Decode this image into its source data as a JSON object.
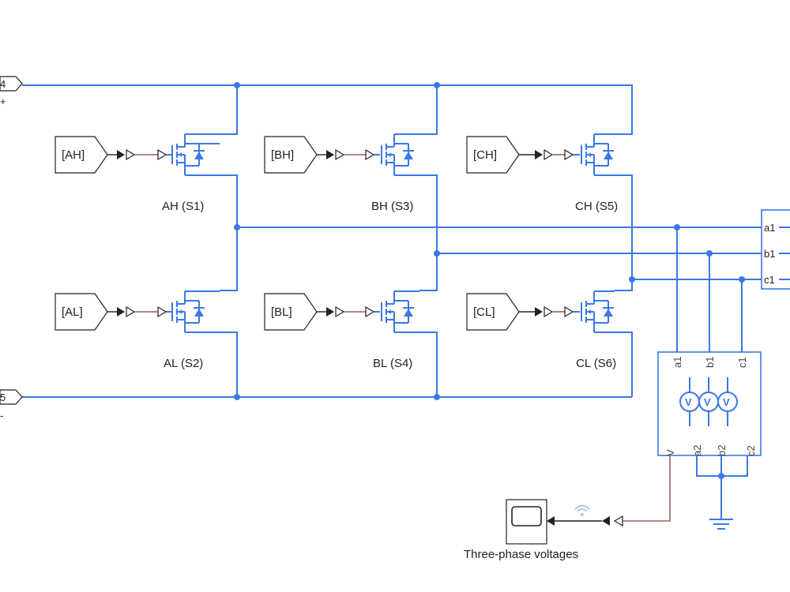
{
  "ports": {
    "dc_plus_num": "4",
    "dc_plus_sign": "+",
    "dc_minus_num": "5",
    "dc_minus_sign": "-"
  },
  "gotos": {
    "ah": "[AH]",
    "bh": "[BH]",
    "ch": "[CH]",
    "al": "[AL]",
    "bl": "[BL]",
    "cl": "[CL]"
  },
  "switches": {
    "ah": "AH (S1)",
    "bh": "BH (S3)",
    "ch": "CH (S5)",
    "al": "AL (S2)",
    "bl": "BL (S4)",
    "cl": "CL (S6)"
  },
  "bus": {
    "a1": "a1",
    "b1": "b1",
    "c1": "c1"
  },
  "measurement": {
    "a1": "a1",
    "b1": "b1",
    "c1": "c1",
    "a2": "a2",
    "b2": "b2",
    "c2": "c2",
    "v": "V",
    "meter": "V"
  },
  "scope": {
    "label": "Three-phase voltages"
  },
  "colors": {
    "wire": "#3b78e7",
    "signal": "#a0605f",
    "block": "#222222"
  }
}
